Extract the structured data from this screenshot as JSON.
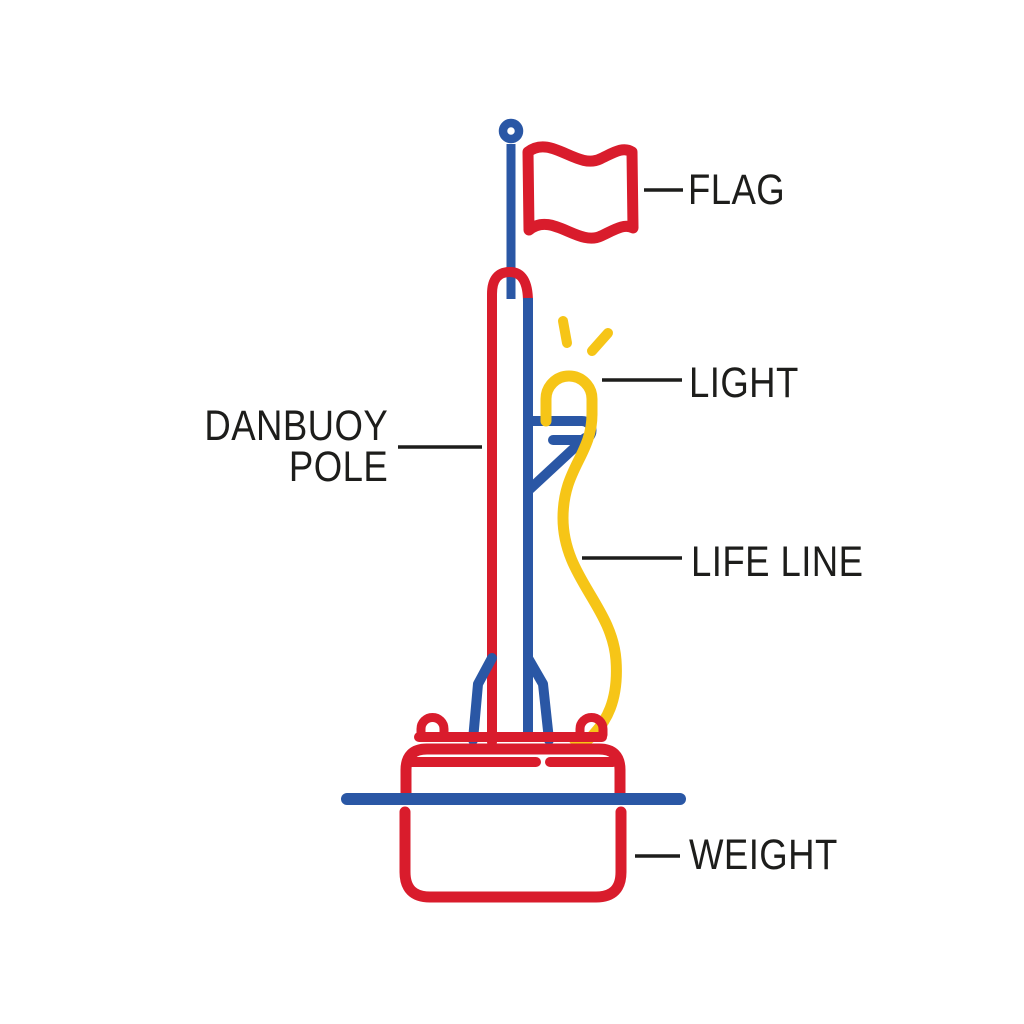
{
  "diagram": {
    "subject": "danbuoy-parts-diagram",
    "labels": {
      "flag": "FLAG",
      "light": "LIGHT",
      "pole_line1": "DANBUOY",
      "pole_line2": "POLE",
      "life_line": "LIFE LINE",
      "weight": "WEIGHT"
    },
    "colors": {
      "red": "#d91c2c",
      "blue": "#2a57a5",
      "yellow": "#f6c517",
      "ink": "#1d1d1b",
      "background": "#ffffff"
    }
  }
}
